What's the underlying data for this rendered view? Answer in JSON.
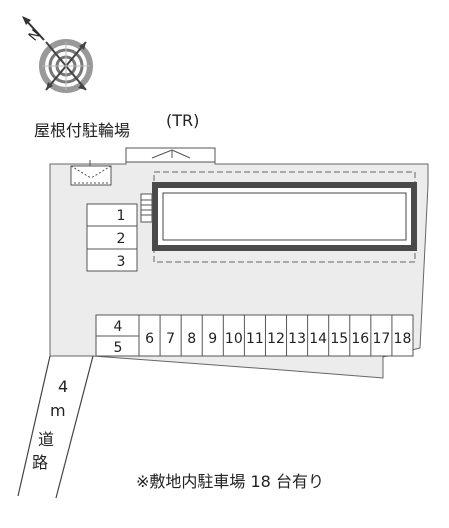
{
  "compass": {
    "north_letter": "N",
    "icon": "compass-rose-icon"
  },
  "labels": {
    "bicycle_parking": "屋根付駐輪場",
    "trash_room": "(TR)",
    "road_width": "4",
    "road_unit": "m",
    "road_kanji_1": "道",
    "road_kanji_2": "路",
    "footer": "※敷地内駐車場 18 台有り"
  },
  "parking": {
    "left_column": [
      "1",
      "2",
      "3"
    ],
    "stacked_pair": [
      "4",
      "5"
    ],
    "row": [
      "6",
      "7",
      "8",
      "9",
      "10",
      "11",
      "12",
      "13",
      "14",
      "15",
      "16",
      "17",
      "18"
    ]
  },
  "colors": {
    "site_fill": "#ececec",
    "line": "#555555",
    "building_border": "#4a4a4a",
    "building_inner": "#ffffff"
  }
}
